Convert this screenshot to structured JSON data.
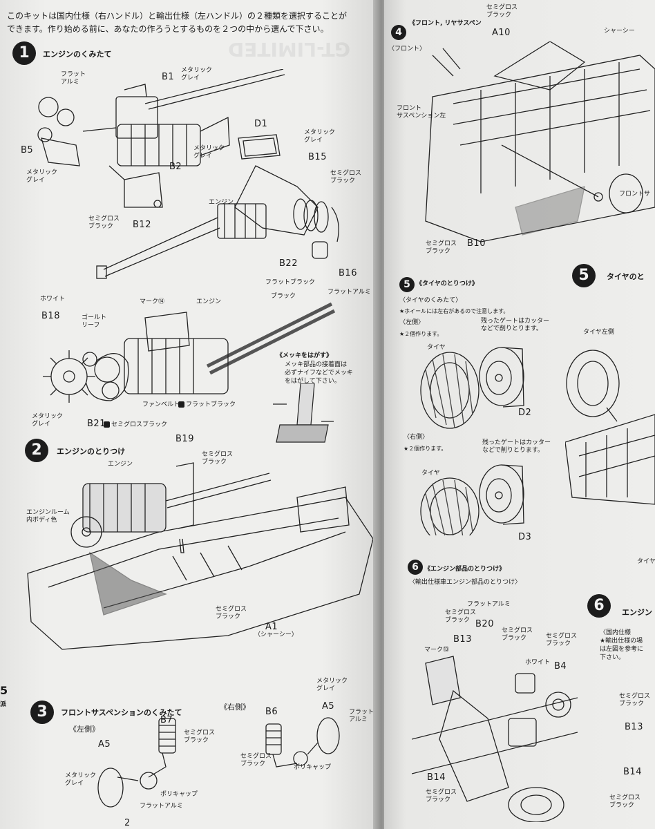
{
  "left": {
    "intro": [
      "このキットは国内仕様（右ハンドル）と輸出仕様（左ハンドル）の２種類を選択することが",
      "できます。作り始める前に、あなたの作ろうとするものを２つの中から選んで下さい。"
    ],
    "watermark_line1": "GT-LIMITED",
    "step1": {
      "num": "1",
      "title": "エンジンのくみたて"
    },
    "step1_labels": {
      "flat_alumi": "フラット\nアルミ",
      "metallic_gray1": "メタリック\nグレイ",
      "b1": "B1",
      "b5": "B5",
      "metallic_gray2": "メタリック\nグレイ",
      "b2": "B2",
      "metallic_gray3": "メタリック\nグレイ",
      "d1": "D1",
      "metallic_gray4": "メタリック\nグレイ",
      "b15": "B15",
      "semigloss1": "セミグロス\nブラック",
      "engine1": "エンジン",
      "semigloss2": "セミグロス\nブラック",
      "b12": "B12",
      "b22": "B22",
      "flat_black1": "フラットブラック",
      "b16": "B16",
      "flat_alumi2": "フラットアルミ",
      "white1": "ホワイト",
      "b18": "B18",
      "gold_leaf": "ゴールト\nリーフ",
      "mark14": "マーク⑭",
      "engine2": "エンジン",
      "black1": "ブラック",
      "chrome_title": "《メッキをはがす》",
      "chrome_note": "メッキ部品の接着面は\n必ずナイフなどでメッキ\nをはがして下さい。",
      "fan_belt": "ファンベルト",
      "flat_black2": "フラットブラック",
      "metallic_gray5": "メタリック\nグレイ",
      "b21": "B21",
      "semigloss3": "セミグロスブラック"
    },
    "step2": {
      "num": "2",
      "title": "エンジンのとりつけ"
    },
    "step2_labels": {
      "b19": "B19",
      "semigloss4": "セミグロス\nブラック",
      "engine3": "エンジン",
      "engine_room": "エンジンルーム\n内ボディ色",
      "semigloss5": "セミグロス\nブラック",
      "a1": "A1",
      "chassis": "（シャーシー）"
    },
    "step3": {
      "num": "3",
      "title": "フロントサスペンションのくみたて"
    },
    "step3_labels": {
      "left_side": "《左側》",
      "right_side": "《右側》",
      "b7": "B7",
      "semigloss6": "セミグロス\nブラック",
      "a5a": "A5",
      "metallic_gray6": "メタリック\nグレイ",
      "poly_cap1": "ポリキャップ",
      "flat_alumi3": "フラットアルミ",
      "b6": "B6",
      "metallic_gray7": "メタリック\nグレイ",
      "a5b": "A5",
      "flat_alumi4": "フラット\nアルミ",
      "semigloss7": "セミグロス\nブラック",
      "poly_cap2": "ポリキャップ"
    },
    "page_number": "2",
    "edge_marks": [
      "5",
      "派"
    ]
  },
  "right": {
    "step4": {
      "num": "4",
      "title": "《フロント, リヤサスペン"
    },
    "step4_labels": {
      "semigloss8": "セミグロス\nブラック",
      "a10": "A10",
      "front": "〈フロント〉",
      "chassis2": "シャーシー",
      "front_susp": "フロント\nサスペンション左",
      "front_s": "フロントサ",
      "semigloss9": "セミグロス\nブラック",
      "b10": "B10"
    },
    "step5": {
      "num": "5",
      "title": "《タイヤのとりつけ》",
      "sub": "〈タイヤのくみたて〉",
      "note": "★ホイールには左右があるので注意します。"
    },
    "step5_labels": {
      "left_side2": "〈左側〉",
      "left_note": "★２個作ります。",
      "gate_note1": "残ったゲートはカッター\nなどで削りとります。",
      "tire1": "タイヤ",
      "d2": "D2",
      "right_side2": "〈右側〉",
      "right_note": "★２個作ります。",
      "gate_note2": "残ったゲートはカッター\nなどで削りとります。",
      "tire2": "タイヤ",
      "d3": "D3"
    },
    "step5b": {
      "num": "5",
      "title": "タイヤのと"
    },
    "step5b_labels": {
      "tire_left": "タイヤ左側",
      "tire3": "タイヤ"
    },
    "step6": {
      "num": "6",
      "title": "《エンジン部品のとりつけ》",
      "sub": "〈輸出仕様車エンジン部品のとりつけ〉"
    },
    "step6_labels": {
      "flat_alumi5": "フラットアルミ",
      "semigloss10": "セミグロス\nブラック",
      "b13": "B13",
      "b20": "B20",
      "semigloss11": "セミグロス\nブラック",
      "semigloss12": "セミグロス\nブラック",
      "white2": "ホワイト",
      "b4": "B4",
      "mark13": "マーク⑬",
      "b14": "B14",
      "semigloss13": "セミグロス\nブラック"
    },
    "step6b": {
      "num": "6",
      "title": "エンジン",
      "note": "〈国内仕様\n★輸出仕様の場\nは左図を参考に\n下さい。"
    },
    "step6b_labels": {
      "semigloss14": "セミグロス\nブラック",
      "b13b": "B13",
      "b14b": "B14",
      "semigloss15": "セミグロス\nブラック"
    }
  }
}
